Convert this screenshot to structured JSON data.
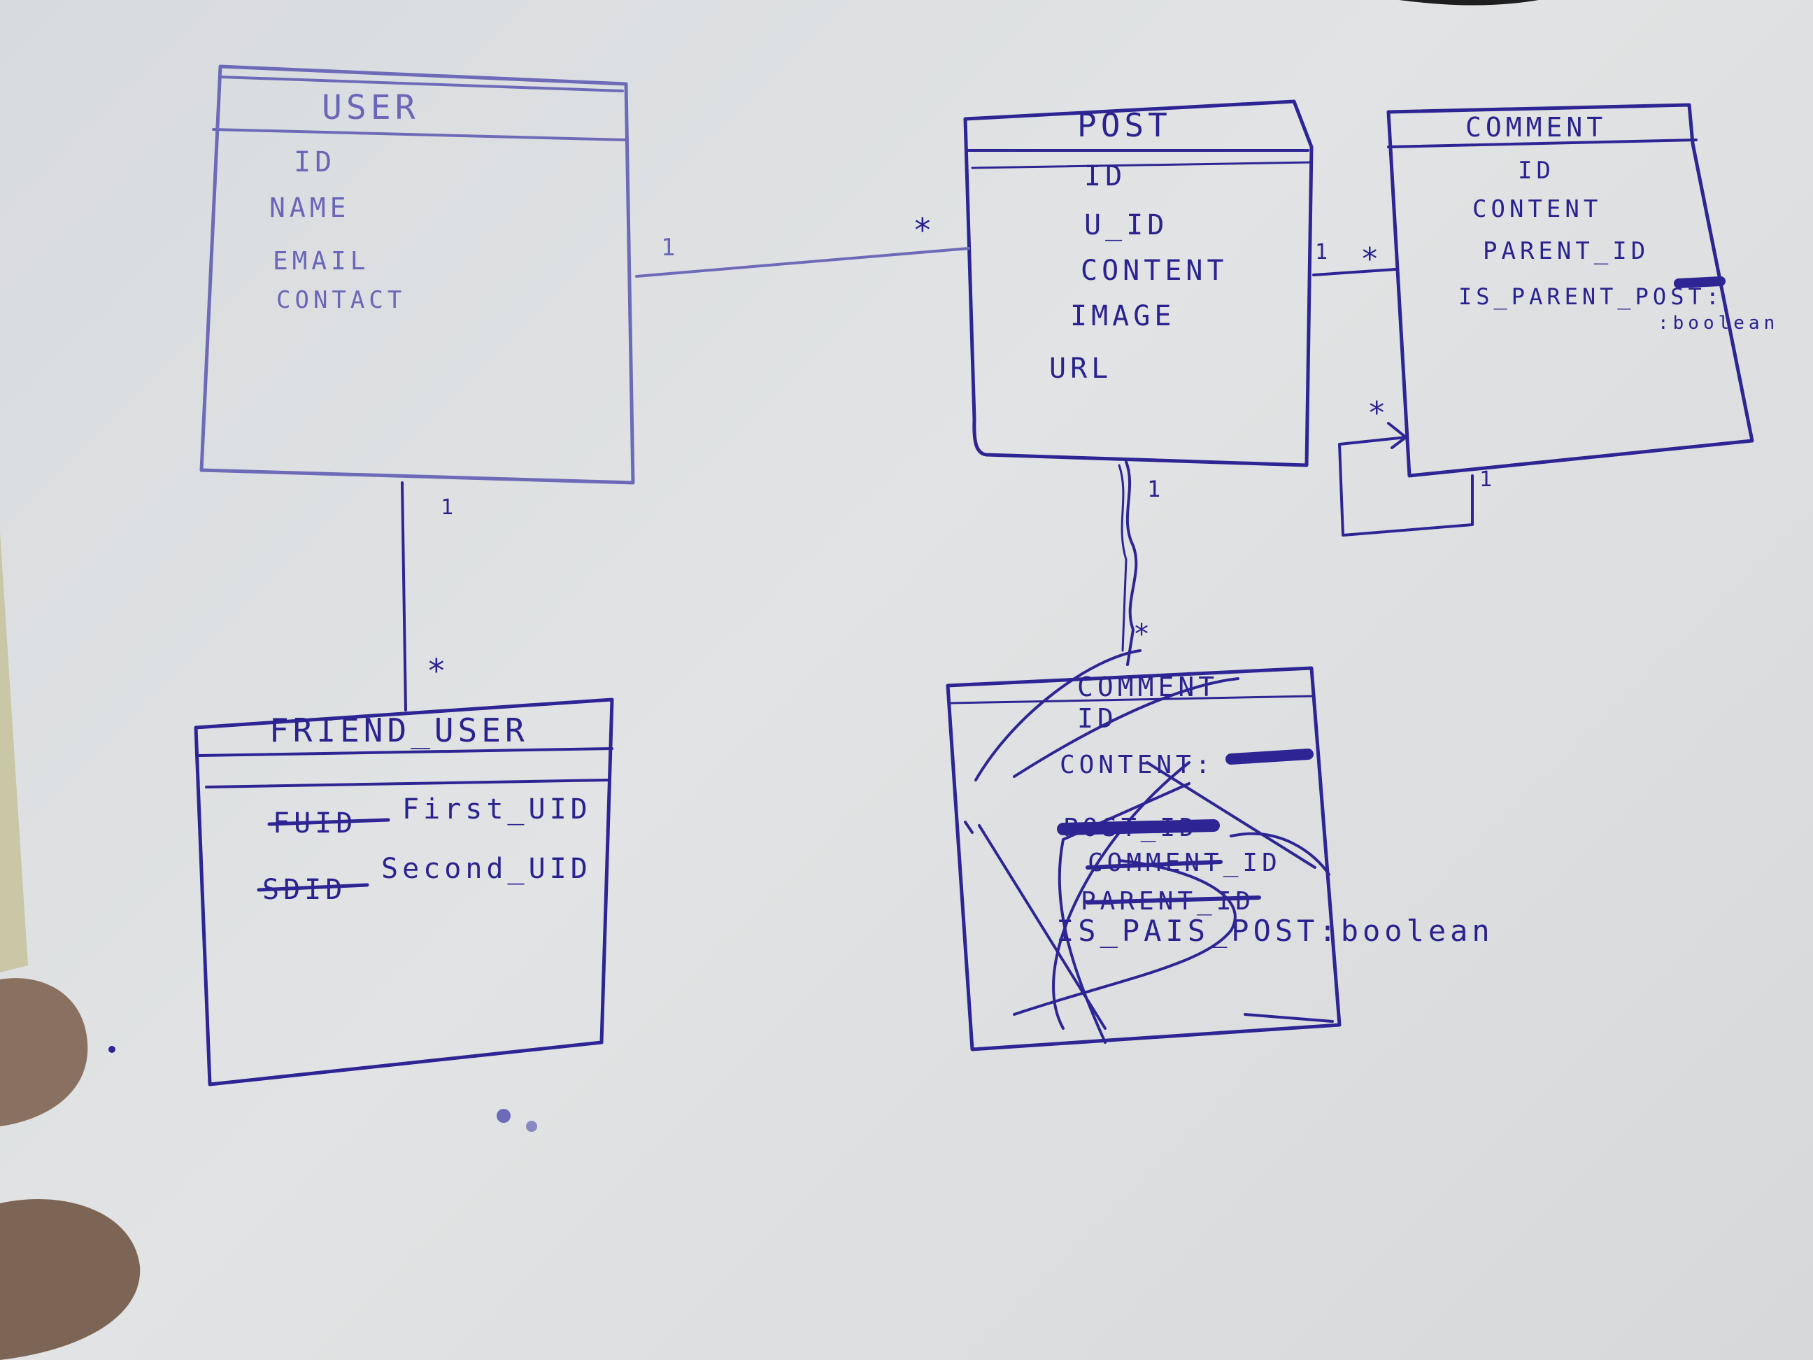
{
  "entities": {
    "user": {
      "title": "USER",
      "fields": [
        "ID",
        "NAME",
        "EMAIL",
        "CONTACT"
      ]
    },
    "post": {
      "title": "POST",
      "fields": [
        "ID",
        "U_ID",
        "CONTENT",
        "IMAGE",
        "URL"
      ]
    },
    "comment": {
      "title": "COMMENT",
      "fields": [
        "ID",
        "CONTENT",
        "PARENT_ID",
        "IS_PARENT_POST:",
        ":boolean"
      ]
    },
    "friend_user": {
      "title": "FRIEND_USER",
      "fields": [
        {
          "struck": "FUID",
          "value": "First_UID"
        },
        {
          "struck": "SDID",
          "value": "Second_UID"
        }
      ]
    },
    "comment_draft": {
      "title": "COMMENT",
      "fields": [
        "ID",
        "CONTENT:",
        "POST_ID",
        "COMMENT_ID",
        "PARENT_ID",
        "IS_PAIS_POST:boolean"
      ]
    }
  },
  "relations": {
    "user_post": {
      "from": "1",
      "to": "*"
    },
    "post_comment": {
      "from": "1",
      "to": "*"
    },
    "comment_self": {
      "from": "1",
      "to": "*"
    },
    "user_friend": {
      "from": "1",
      "to": "*"
    },
    "post_draft": {
      "from": "1",
      "to": "*"
    }
  },
  "colors": {
    "ink": "#2d2594",
    "paper": "#dfe1e2"
  }
}
